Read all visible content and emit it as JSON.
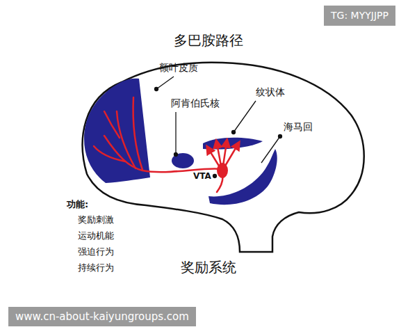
{
  "diagram": {
    "title": "多巴胺路径",
    "caption": "奖励系统",
    "nodes": [
      {
        "text": [
          "TG: MYYJJPP"
        ]
      },
      {
        "text": [
          "www.cn-about-kaiyungroups.com"
        ]
      }
    ],
    "labels": [
      "额叶皮质",
      "阿肯伯氏核",
      "纹状体",
      "海马回",
      "VTA",
      "功能:",
      "奖励刺激",
      "运动机能",
      "强迫行为",
      "持续行为"
    ]
  }
}
